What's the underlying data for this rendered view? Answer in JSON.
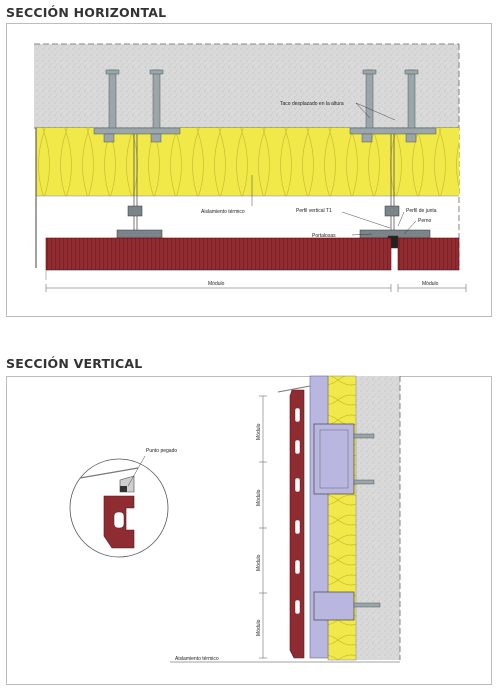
{
  "sections": {
    "horizontal": {
      "title": "SECCIÓN HORIZONTAL",
      "labels": {
        "taco": "Taco desplazado en la altura",
        "aislamiento": "Aislamiento térmico",
        "perfil_vertical": "Perfil vertical T1",
        "perfil_junta": "Perfil de junta",
        "perno": "Perno",
        "portalosas": "Portalosas",
        "modulo_1": "Módulo",
        "modulo_2": "Módulo"
      }
    },
    "vertical": {
      "title": "SECCIÓN VERTICAL",
      "labels": {
        "punto_pegado": "Punto pegado",
        "aislamiento": "Aislamiento térmico",
        "modulo_1": "Módulo",
        "modulo_2": "Módulo",
        "modulo_3": "Módulo",
        "modulo_4": "Módulo"
      }
    }
  },
  "colors": {
    "concrete": "#d9d9d9",
    "insulation": "#f1e84a",
    "brick": "#8e2c32",
    "profile_blue": "#b9b6e0",
    "steel": "#9aa6aa",
    "frame": "#bdbdbd"
  }
}
